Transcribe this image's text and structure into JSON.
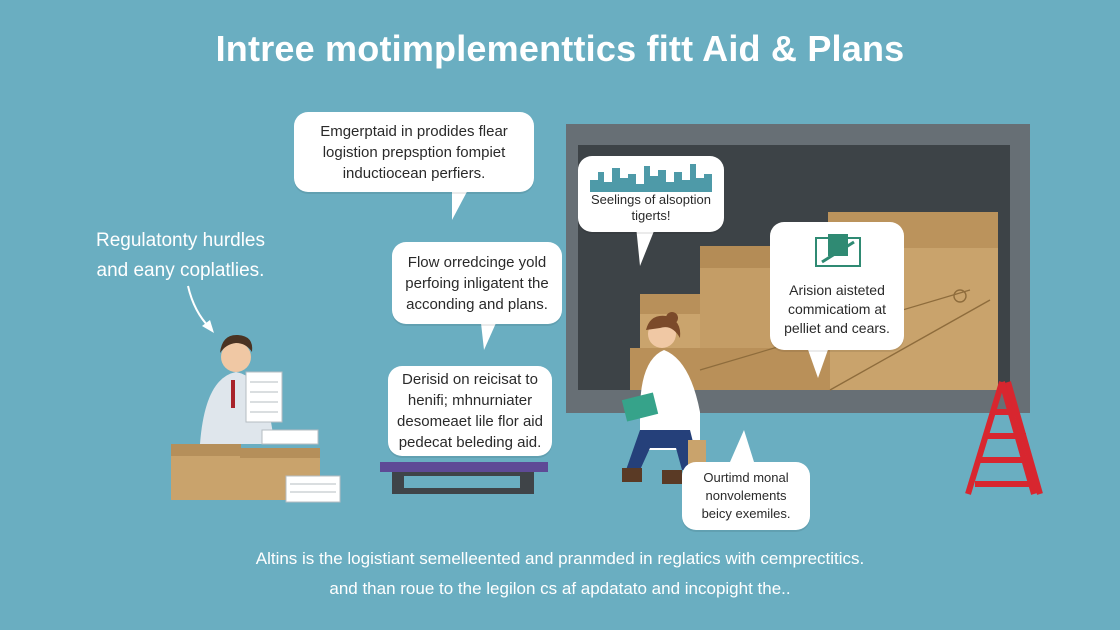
{
  "title": "Intree motimplementtics fitt Aid & Plans",
  "left_note": {
    "line1": "Regulatonty hurdles",
    "line2": "and eany coplatlies."
  },
  "bubbles": {
    "top": [
      "Emgerptaid in prodides flear",
      "logistion prepsption fompiet",
      "inductiocean perfiers."
    ],
    "middle": [
      "Flow orredcinge yold",
      "perfoing inligatent the",
      "acconding and plans."
    ],
    "lower": [
      "Derisid on reicisat to",
      "henifi; mhnurniater",
      "desomeaet lile flor aid",
      "pedecat beleding aid."
    ],
    "board_left": [
      "Seelings of alsoption",
      "tigerts!"
    ],
    "board_right": [
      "Arision aisteted",
      "commicatiom at",
      "pelliet and cears."
    ],
    "bottom_right": [
      "Ourtimd monal",
      "nonvolements",
      "beicy exemiles."
    ]
  },
  "footer": {
    "line1": "Altins is the logistiant semelleented and pranmded in reglatics with cemprectitics.",
    "line2": "and than roue to the legilon cs af apdatato and incopight the.."
  },
  "colors": {
    "background": "#6aaec1",
    "board_frame": "#676f75",
    "board_inner": "#3d4347",
    "box": "#c9a36c",
    "ladder": "#d8262f",
    "pallet_stripe": "#5e4a96"
  },
  "icons": [
    "document-stack-icon",
    "city-skyline-icon",
    "tablet-icon"
  ]
}
